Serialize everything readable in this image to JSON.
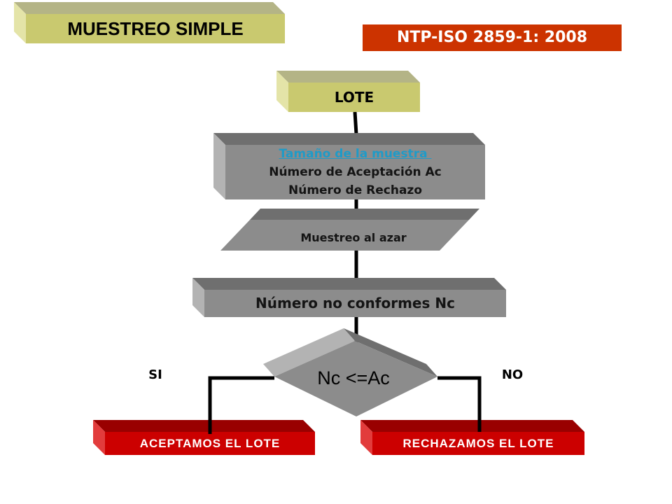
{
  "header": {
    "title": "MUESTREO SIMPLE",
    "standard": "NTP-ISO 2859-1: 2008"
  },
  "flow": {
    "lot": "LOTE",
    "plan": {
      "sample_size": "Tamaño de la muestra ",
      "acceptance_number": "Número de Aceptación Ac",
      "rejection_number": "Número de Rechazo"
    },
    "sampling": "Muestreo al azar",
    "nonconforming": "Número no conformes Nc",
    "decision": "Nc <=Ac",
    "yes_label": "SI",
    "no_label": "NO",
    "accept": "ACEPTAMOS EL LOTE",
    "reject": "RECHAZAMOS EL LOTE"
  },
  "colors": {
    "khaki_front": "#C9C96F",
    "khaki_top": "#B4B486",
    "khaki_left": "#E4E4A8",
    "gray_front": "#8C8C8C",
    "gray_top": "#6F6F6F",
    "gray_left": "#B3B3B3",
    "red_front": "#CC0000",
    "red_top": "#990000",
    "red_left": "#E23C3C",
    "standard_badge": "#CC3300",
    "link_text": "#1E9BC8"
  }
}
